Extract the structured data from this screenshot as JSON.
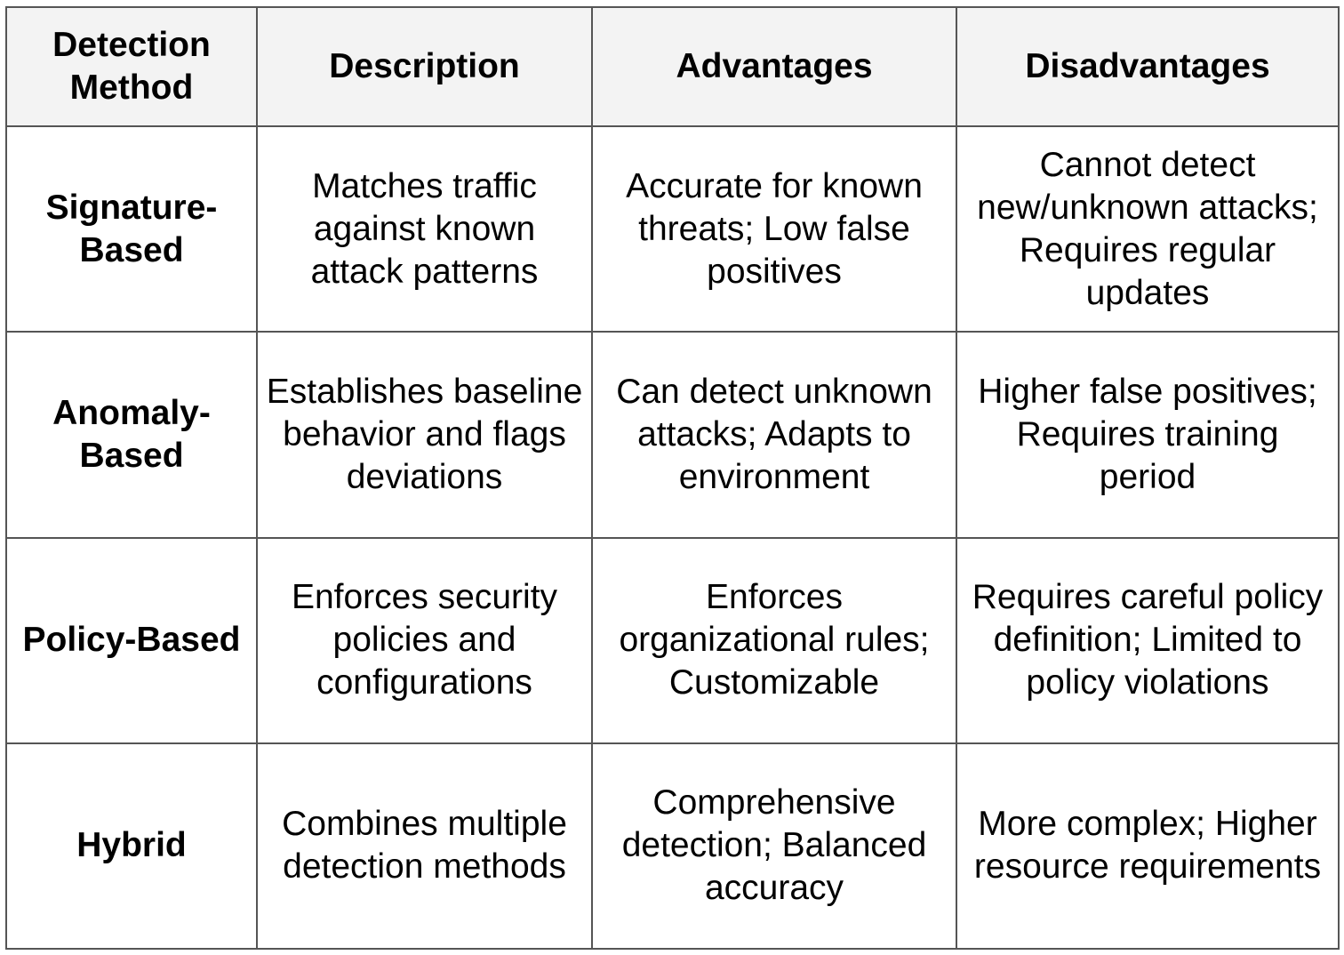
{
  "table": {
    "headers": [
      "Detection Method",
      "Description",
      "Advantages",
      "Disadvantages"
    ],
    "rows": [
      {
        "method": "Signature-Based",
        "description": "Matches traffic against known attack patterns",
        "advantages": "Accurate for known threats; Low false positives",
        "disadvantages": "Cannot detect new/unknown attacks; Requires regular updates"
      },
      {
        "method": "Anomaly-Based",
        "description": "Establishes baseline behavior and flags deviations",
        "advantages": "Can detect unknown attacks; Adapts to environment",
        "disadvantages": "Higher false positives; Requires training period"
      },
      {
        "method": "Policy-Based",
        "description": "Enforces security policies and configurations",
        "advantages": "Enforces organizational rules; Customizable",
        "disadvantages": "Requires careful policy definition; Limited to policy violations"
      },
      {
        "method": "Hybrid",
        "description": "Combines multiple detection methods",
        "advantages": "Comprehensive detection; Balanced accuracy",
        "disadvantages": "More complex; Higher resource requirements"
      }
    ]
  }
}
